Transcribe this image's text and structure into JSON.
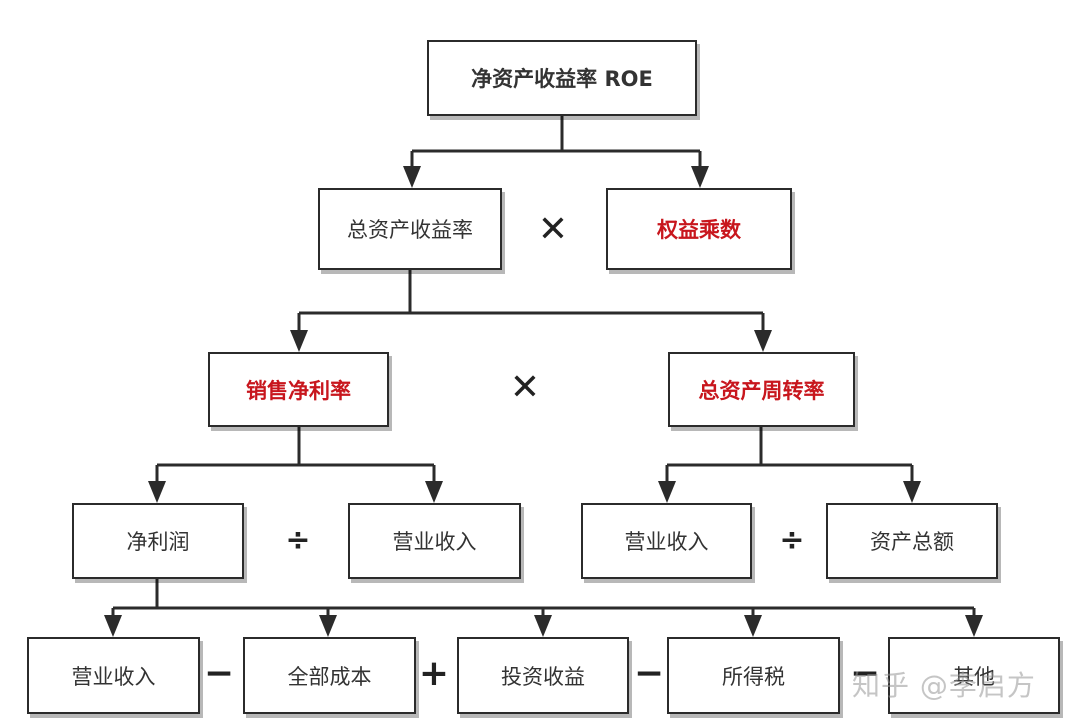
{
  "nodes": {
    "roe": "净资产收益率 ROE",
    "total_asset_return": "总资产收益率",
    "equity_multiplier": "权益乘数",
    "net_profit_margin": "销售净利率",
    "asset_turnover": "总资产周转率",
    "net_profit": "净利润",
    "revenue_a": "营业收入",
    "revenue_b": "营业收入",
    "total_assets": "资产总额",
    "revenue_c": "营业收入",
    "total_cost": "全部成本",
    "investment_income": "投资收益",
    "income_tax": "所得税",
    "other": "其他"
  },
  "operators": {
    "multiply_1": "✕",
    "multiply_2": "✕",
    "divide_1": "÷",
    "divide_2": "÷",
    "minus_1": "−",
    "plus_1": "+",
    "minus_2": "−",
    "minus_3": "−"
  },
  "colors": {
    "highlight": "#c8161d",
    "line": "#2b2b2b",
    "text": "#333333"
  },
  "watermark": "知乎 @李启方"
}
